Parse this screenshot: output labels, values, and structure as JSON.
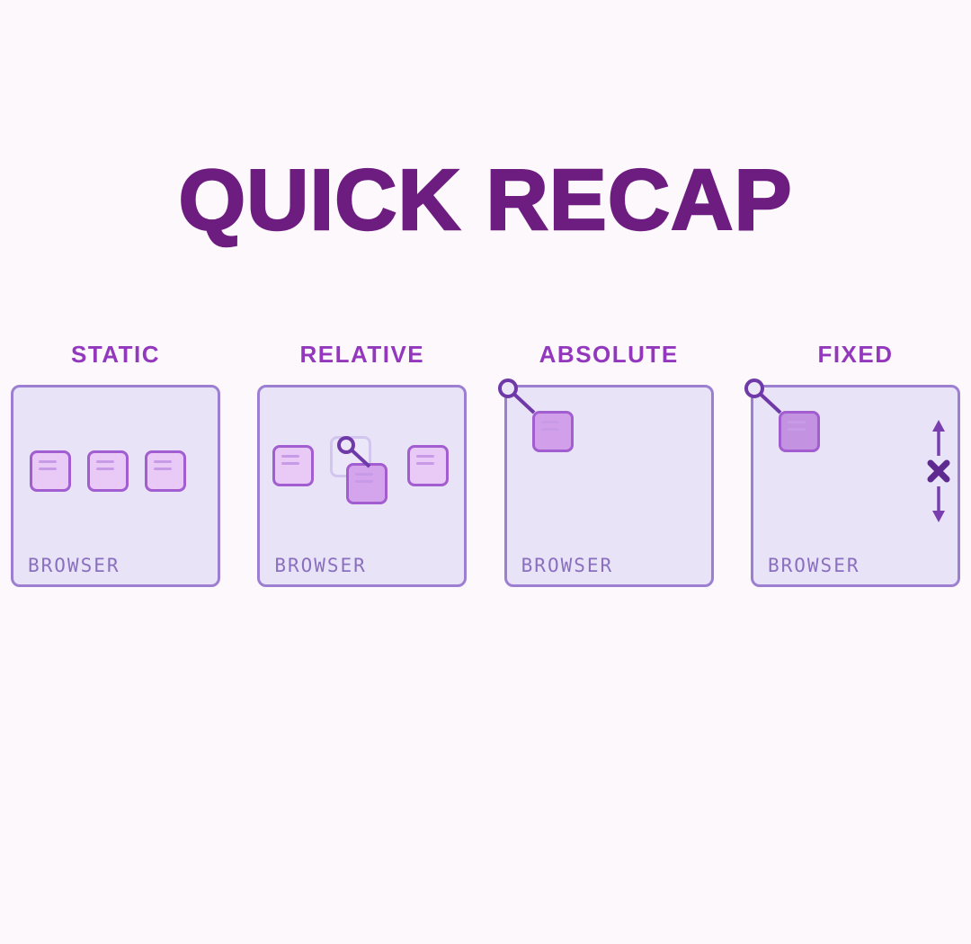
{
  "title": "QUICK RECAP",
  "panels": [
    {
      "label": "STATIC",
      "browser_label": "BROWSER"
    },
    {
      "label": "RELATIVE",
      "browser_label": "BROWSER"
    },
    {
      "label": "ABSOLUTE",
      "browser_label": "BROWSER"
    },
    {
      "label": "FIXED",
      "browser_label": "BROWSER"
    }
  ],
  "icons": {
    "pin": "anchor-pin-icon",
    "scroll": "vertical-scroll-lock-icon"
  },
  "colors": {
    "background": "#fcf8fb",
    "title": "#6d1c80",
    "panel_label": "#9338bd",
    "panel_border": "#9d7fd2",
    "panel_fill": "#e9e3f8",
    "box_border": "#a25ed0",
    "box_fill": "#e9c9f6",
    "moved_box_fill": "#d4a5ec",
    "browser_text": "#8a6fbe"
  }
}
